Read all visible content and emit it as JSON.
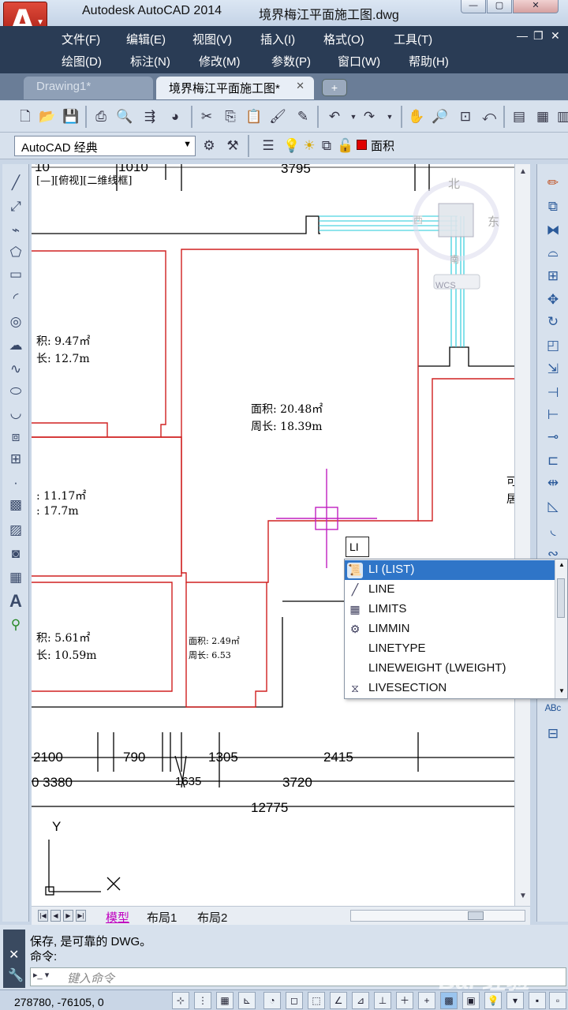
{
  "window": {
    "app_title": "Autodesk AutoCAD 2014",
    "file_title": "境界梅江平面施工图.dwg",
    "min": "—",
    "max": "▢",
    "close": "✕"
  },
  "menu": {
    "row1": [
      "文件(F)",
      "编辑(E)",
      "视图(V)",
      "插入(I)",
      "格式(O)",
      "工具(T)"
    ],
    "row2": [
      "绘图(D)",
      "标注(N)",
      "修改(M)",
      "参数(P)",
      "窗口(W)",
      "帮助(H)"
    ]
  },
  "file_tabs": {
    "tab1": "Drawing1*",
    "tab2": "境界梅江平面施工图*",
    "close": "✕"
  },
  "workspace": {
    "value": "AutoCAD 经典",
    "layer": "面积",
    "layer_color": "#e00000"
  },
  "viewport": {
    "label": "[—][俯视][二维线框]",
    "compass_n": "北",
    "compass_e": "东",
    "compass_s": "南",
    "compass_w": "西",
    "wcs": "WCS"
  },
  "rooms": [
    {
      "area": "积: 9.47㎡",
      "perim": "长: 12.7m"
    },
    {
      "area": "面积: 20.48㎡",
      "perim": "周长: 18.39m"
    },
    {
      "area": ": 11.17㎡",
      "perim": ": 17.7m"
    },
    {
      "area": "积: 5.61㎡",
      "perim": "长: 10.59m"
    },
    {
      "area": "面积: 2.49㎡",
      "perim": "周长: 6.53"
    }
  ],
  "edge_text": {
    "a": "可",
    "b": "居"
  },
  "dimensions": {
    "top": [
      "10",
      "1010",
      "3795"
    ],
    "row1": [
      "2100",
      "790",
      "1305",
      "2415"
    ],
    "row2": [
      "0 3380",
      "1635",
      "3720"
    ],
    "total": "12775"
  },
  "ucs": {
    "y": "Y",
    "x": "X"
  },
  "autocomplete": {
    "typed": "LI",
    "items": [
      "LI (LIST)",
      "LINE",
      "LIMITS",
      "LIMMIN",
      "LINETYPE",
      "LINEWEIGHT (LWEIGHT)",
      "LIVESECTION"
    ]
  },
  "layout_tabs": [
    "模型",
    "布局1",
    "布局2"
  ],
  "command": {
    "line1": "保存, 是可靠的 DWG。",
    "line2": "命令:",
    "placeholder": "键入命令"
  },
  "status": {
    "coords": "278780, -76105, 0"
  },
  "watermark": "Bai 经验"
}
